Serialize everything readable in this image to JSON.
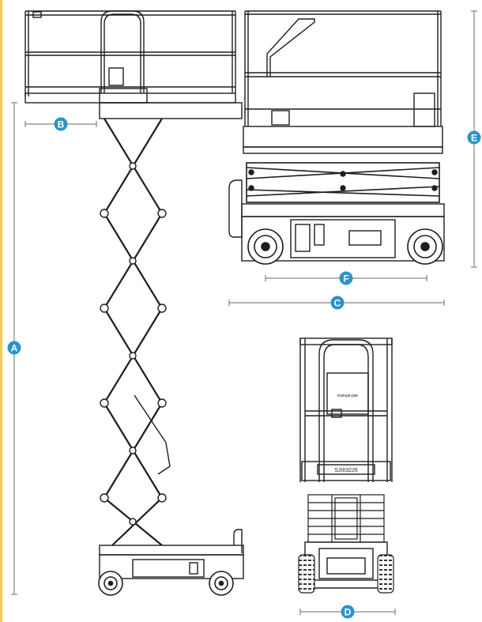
{
  "colors": {
    "accent": "#2b93c9",
    "border": "#f2cf46",
    "line": "#1e1e1e",
    "dimension_line": "#6a6a6a"
  },
  "dimensions": {
    "A": "A",
    "B": "B",
    "C": "C",
    "D": "D",
    "E": "E",
    "F": "F"
  },
  "front_view": {
    "model_plate": "SJIII3226",
    "brand_plate": "manual-pak"
  }
}
